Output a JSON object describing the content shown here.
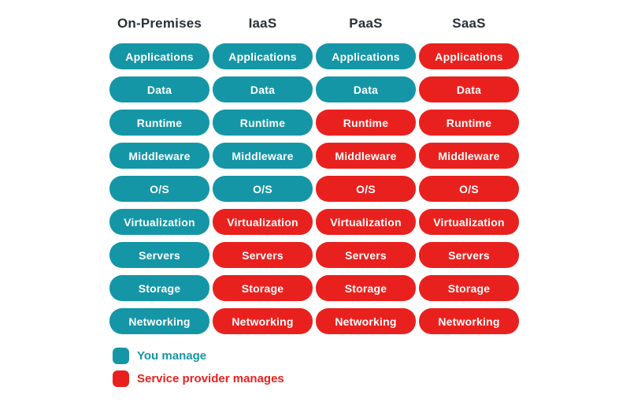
{
  "colors": {
    "you": "#1596A6",
    "provider": "#E9211E",
    "header_text": "#2A2F36",
    "pill_text": "#FFFFFF",
    "background": "#FFFFFF"
  },
  "row_labels": [
    "Applications",
    "Data",
    "Runtime",
    "Middleware",
    "O/S",
    "Virtualization",
    "Servers",
    "Storage",
    "Networking"
  ],
  "columns": [
    {
      "header": "On-Premises",
      "ownership": [
        "you",
        "you",
        "you",
        "you",
        "you",
        "you",
        "you",
        "you",
        "you"
      ]
    },
    {
      "header": "IaaS",
      "ownership": [
        "you",
        "you",
        "you",
        "you",
        "you",
        "provider",
        "provider",
        "provider",
        "provider"
      ]
    },
    {
      "header": "PaaS",
      "ownership": [
        "you",
        "you",
        "provider",
        "provider",
        "provider",
        "provider",
        "provider",
        "provider",
        "provider"
      ]
    },
    {
      "header": "SaaS",
      "ownership": [
        "provider",
        "provider",
        "provider",
        "provider",
        "provider",
        "provider",
        "provider",
        "provider",
        "provider"
      ]
    }
  ],
  "legend": [
    {
      "label": "You manage",
      "colorKey": "you"
    },
    {
      "label": "Service provider manages",
      "colorKey": "provider"
    }
  ]
}
